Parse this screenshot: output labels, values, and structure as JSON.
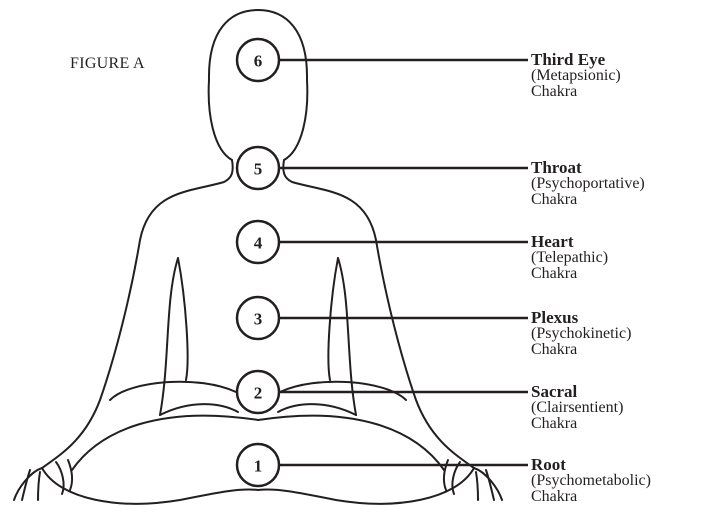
{
  "figure_label": "FIGURE A",
  "chakras": [
    {
      "number": "6",
      "name": "Third Eye",
      "type": "(Metapsionic)",
      "word": "Chakra"
    },
    {
      "number": "5",
      "name": "Throat",
      "type": "(Psychoportative)",
      "word": "Chakra"
    },
    {
      "number": "4",
      "name": "Heart",
      "type": "(Telepathic)",
      "word": "Chakra"
    },
    {
      "number": "3",
      "name": "Plexus",
      "type": "(Psychokinetic)",
      "word": "Chakra"
    },
    {
      "number": "2",
      "name": "Sacral",
      "type": "(Clairsentient)",
      "word": "Chakra"
    },
    {
      "number": "1",
      "name": "Root",
      "type": "(Psychometabolic)",
      "word": "Chakra"
    }
  ]
}
